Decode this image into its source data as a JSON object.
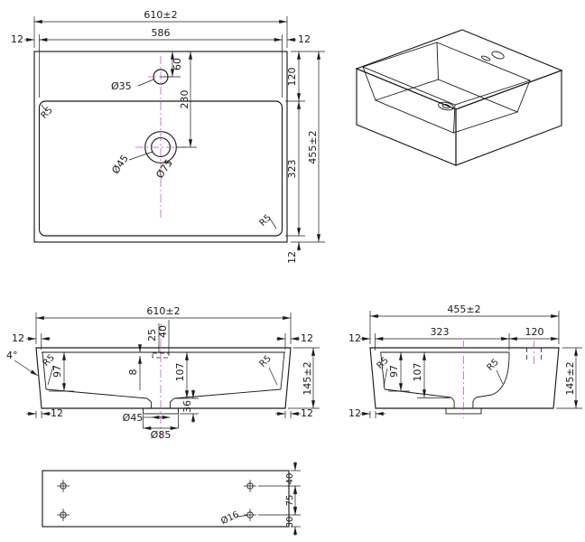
{
  "drawing": {
    "type": "technical-dimension-drawing",
    "subject": "rectangular-basin-sink",
    "colors": {
      "line": "#1a1a1a",
      "centerline": "#bb55bb",
      "background": "#ffffff"
    },
    "views": {
      "plan": {
        "dims": {
          "width_overall": "610±2",
          "width_inner": "586",
          "wall_left": "12",
          "wall_right": "12",
          "deck_depth": "120",
          "basin_depth": "323",
          "depth_overall": "455±2",
          "wall_front": "12",
          "faucet_dia": "Ø35",
          "faucet_from_back": "60",
          "drain_from_back": "230",
          "drain_dia_inner": "Ø45",
          "drain_dia_outer": "Ø75",
          "corner_radius_top": "R5",
          "corner_radius_bottom": "R5"
        }
      },
      "front": {
        "dims": {
          "width_overall": "610±2",
          "wall_left": "12",
          "wall_right": "12",
          "draft_angle": "4°",
          "fillet_left": "R5",
          "fillet_right": "R5",
          "depth_side": "97",
          "slot_offset": "8",
          "slot_width": "25",
          "slot_height": "40",
          "depth_center": "107",
          "height_overall": "145±2",
          "taper_left": "12",
          "taper_right": "12",
          "drain_height": "36",
          "drain_dia": "Ø45",
          "flange_dia": "Ø85"
        }
      },
      "side": {
        "dims": {
          "depth_overall": "455±2",
          "wall_front": "12",
          "basin_depth": "323",
          "deck_depth": "120",
          "fillet_left": "R5",
          "fillet_right": "R5",
          "depth_side": "97",
          "depth_center": "107",
          "height_overall": "145±2",
          "taper_front": "12"
        }
      },
      "back_plate": {
        "dims": {
          "hole_dia": "Ø16",
          "hole_top_offset": "40",
          "hole_spacing": "75",
          "hole_bottom_offset": "30"
        }
      }
    }
  }
}
